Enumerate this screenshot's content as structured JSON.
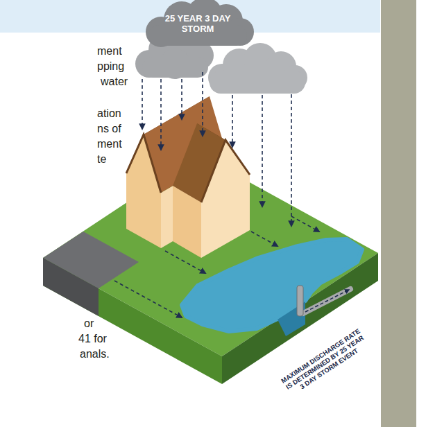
{
  "diagram": {
    "nodes": [
      {
        "text": [
          "25 YEAR 3 DAY STORM"
        ]
      }
    ],
    "labels": [
      "ment",
      "pping",
      "water",
      "ation",
      "ns of",
      "ment",
      "te",
      "or",
      "41 for",
      "anals.",
      "MAXIMUM DISCHARGE RATE IS DETERMINED BY 25 YEAR 3 DAY STORM EVENT"
    ]
  }
}
